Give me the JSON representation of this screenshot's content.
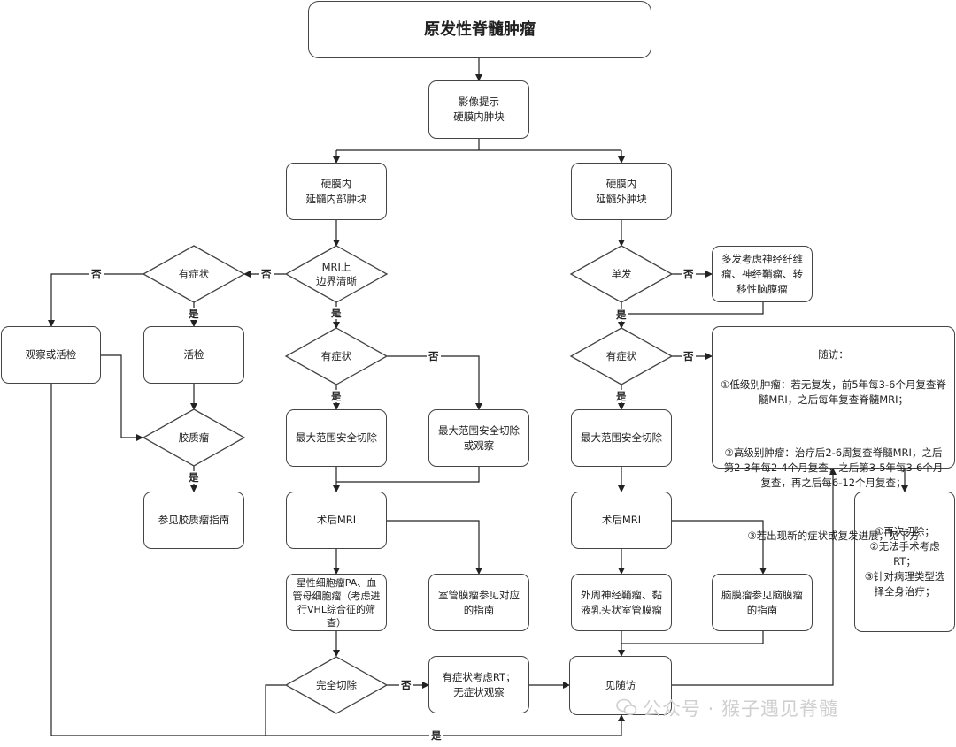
{
  "title": "原发性脊髓肿瘤",
  "nodes": {
    "imaging": "影像提示\n硬膜内肿块",
    "intramedullary": "硬膜内\n延髓内部肿块",
    "extramedullary": "硬膜内\n延髓外肿块",
    "mri_border": "MRI上\n边界清晰",
    "symptom_left": "有症状",
    "observe_biopsy": "观察或活检",
    "biopsy": "活检",
    "glioma": "胶质瘤",
    "glioma_guide": "参见胶质瘤指南",
    "symptom_mid": "有症状",
    "max_resection_mid": "最大范围安全切除",
    "max_resection_or_observe": "最大范围安全切除\n或观察",
    "postop_mri_mid": "术后MRI",
    "astro_pa": "星性细胞瘤PA、血管母细胞瘤（考虑进行VHL综合征的筛查）",
    "ependymoma_guide": "室管膜瘤参见对应\n的指南",
    "complete_resection": "完全切除",
    "rt_observe": "有症状考虑RT；\n无症状观察",
    "see_followup": "见随访",
    "single": "单发",
    "multiple": "多发考虑神经纤维瘤、神经鞘瘤、转移性脑膜瘤",
    "symptom_right": "有症状",
    "max_resection_right": "最大范围安全切除",
    "postop_mri_right": "术后MRI",
    "peripheral": "外周神经鞘瘤、黏液乳头状室管膜瘤",
    "meningioma_guide": "脑膜瘤参见脑膜瘤\n的指南",
    "retreat": "①再次切除；\n②无法手术考虑RT；\n③针对病理类型选择全身治疗；"
  },
  "followup": {
    "title": "随访：",
    "item1": "①低级别肿瘤：若无复发，前5年每3-6个月复查脊髓MRI，之后每年复查脊髓MRI；",
    "item2": "②高级别肿瘤：治疗后2-6周复查脊髓MRI，之后第2-3年每2-4个月复查，之后第3-5年每3-6个月复查，再之后每6-12个月复查；",
    "item3": "③若出现新的症状或复发进展，见下方"
  },
  "edge_labels": {
    "no": "否",
    "yes": "是"
  },
  "watermark": "公众号 · 猴子遇见脊髓"
}
